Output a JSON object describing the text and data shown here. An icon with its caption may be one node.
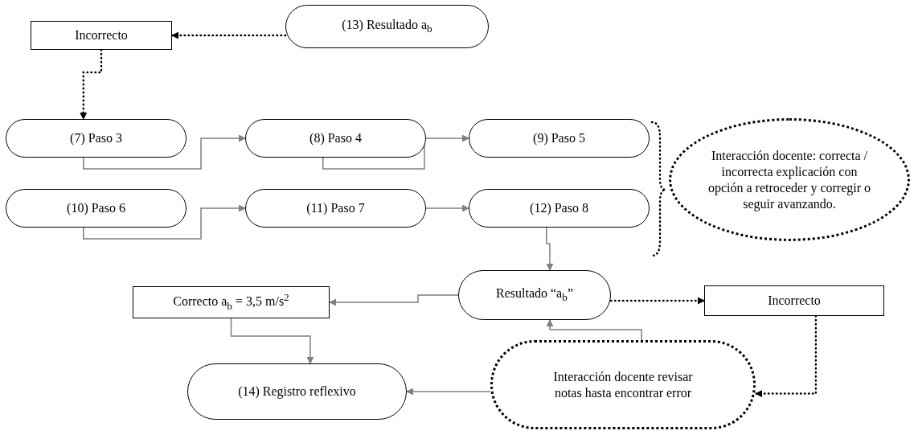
{
  "diagram": {
    "nodes": [
      {
        "text": [
          "Incorrecto"
        ]
      },
      {
        "text": [
          "(13)  Resultado a$_{b}$"
        ]
      },
      {
        "text": [
          "(7)  Paso 3"
        ]
      },
      {
        "text": [
          "(8)  Paso 4"
        ]
      },
      {
        "text": [
          "(9)  Paso 5"
        ]
      },
      {
        "text": [
          "(10)  Paso 6"
        ]
      },
      {
        "text": [
          "(11)  Paso 7"
        ]
      },
      {
        "text": [
          "(12)  Paso 8"
        ]
      },
      {
        "text": [
          "Interacción docente: correcta / incorrecta explicación  con opción a retroceder y corregir o seguir avanzando."
        ]
      },
      {
        "text": [
          "Correcto a$_{b}$ = 3,5  m/s$^{2}$"
        ]
      },
      {
        "text": [
          "Resultado “a$_{b}$”"
        ]
      },
      {
        "text": [
          "Incorrecto"
        ]
      },
      {
        "text": [
          "(14)  Registro reflexivo"
        ]
      },
      {
        "text": [
          "Interacción docente revisar notas hasta encontrar error"
        ]
      }
    ],
    "edges": [
      {
        "from": 1,
        "to": 0,
        "arrow": "to",
        "style": "dashed",
        "color": "#000000"
      },
      {
        "from": 0,
        "to": 2,
        "arrow": "to",
        "style": "dashed",
        "color": "#000000"
      },
      {
        "from": 2,
        "to": 3,
        "arrow": "to"
      },
      {
        "from": 3,
        "to": 4,
        "arrow": "to"
      },
      {
        "from": 5,
        "to": 6,
        "arrow": "to"
      },
      {
        "from": 6,
        "to": 7,
        "arrow": "to"
      },
      {
        "from": 7,
        "to": 10,
        "arrow": "to"
      },
      {
        "from": 10,
        "to": 9,
        "arrow": "to"
      },
      {
        "from": 9,
        "to": 12,
        "arrow": "to"
      },
      {
        "from": 10,
        "to": 11,
        "arrow": "to",
        "style": "dashed",
        "color": "#000000"
      },
      {
        "from": 11,
        "to": 13,
        "arrow": "to",
        "style": "dashed",
        "color": "#000000"
      },
      {
        "from": 13,
        "to": 10,
        "arrow": "to"
      },
      {
        "from": 13,
        "to": 12,
        "arrow": "to"
      }
    ]
  }
}
